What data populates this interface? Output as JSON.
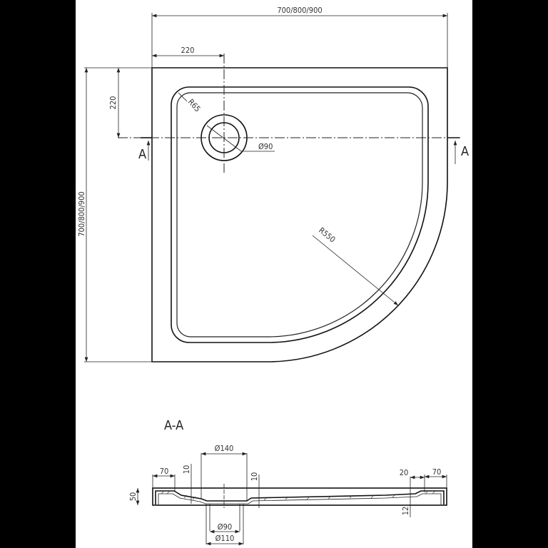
{
  "plan_view": {
    "width_label": "700/800/900",
    "height_label": "700/800/900",
    "drain_offset_x": "220",
    "drain_offset_y": "220",
    "corner_radius": "R65",
    "drain_diameter": "Ø90",
    "arc_radius": "R550",
    "section_mark_left": "A",
    "section_mark_right": "A"
  },
  "section_view": {
    "title": "A-A",
    "height": "50",
    "rim_left": "70",
    "rim_right": "70",
    "step_right": "20",
    "depth_left": "10",
    "depth_mid": "10",
    "depth_right": "12",
    "drain_top": "Ø140",
    "drain_inner": "Ø90",
    "drain_outer": "Ø110"
  }
}
